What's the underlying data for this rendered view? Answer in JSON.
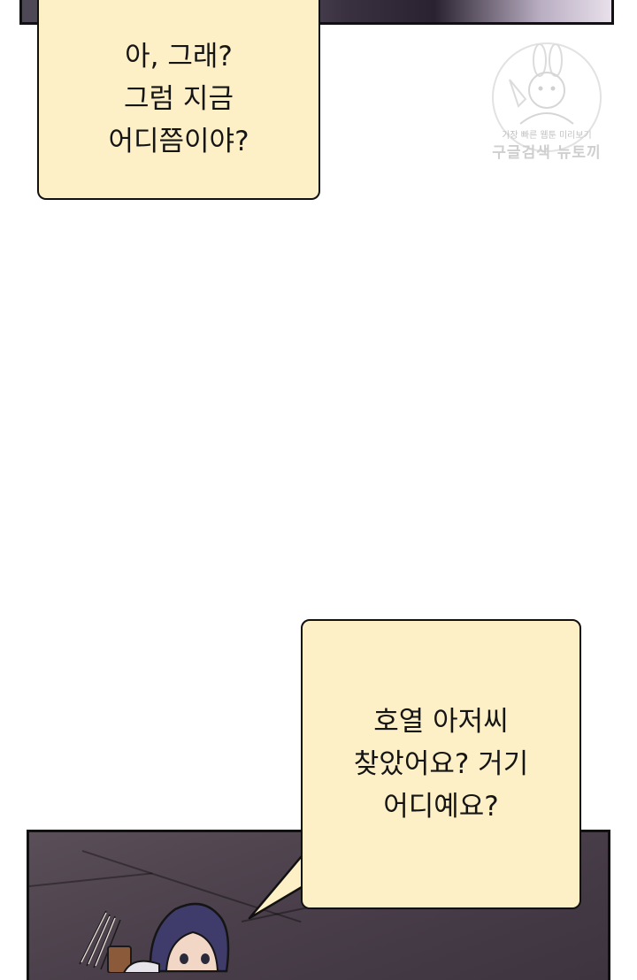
{
  "bubbles": [
    {
      "lines": [
        "아, 그래?",
        "그럼 지금",
        "어디쯤이야?"
      ]
    },
    {
      "lines": [
        "호열 아저씨",
        "찾았어요? 거기",
        "어디예요?"
      ]
    }
  ],
  "watermark": {
    "line1": "가장 빠른 웹툰 미리보기",
    "line2": "구글검색 뉴토끼"
  },
  "colors": {
    "bubble_fill": "#fdf0c6",
    "outline": "#111111",
    "panel_dark": "#4a3f4a"
  }
}
